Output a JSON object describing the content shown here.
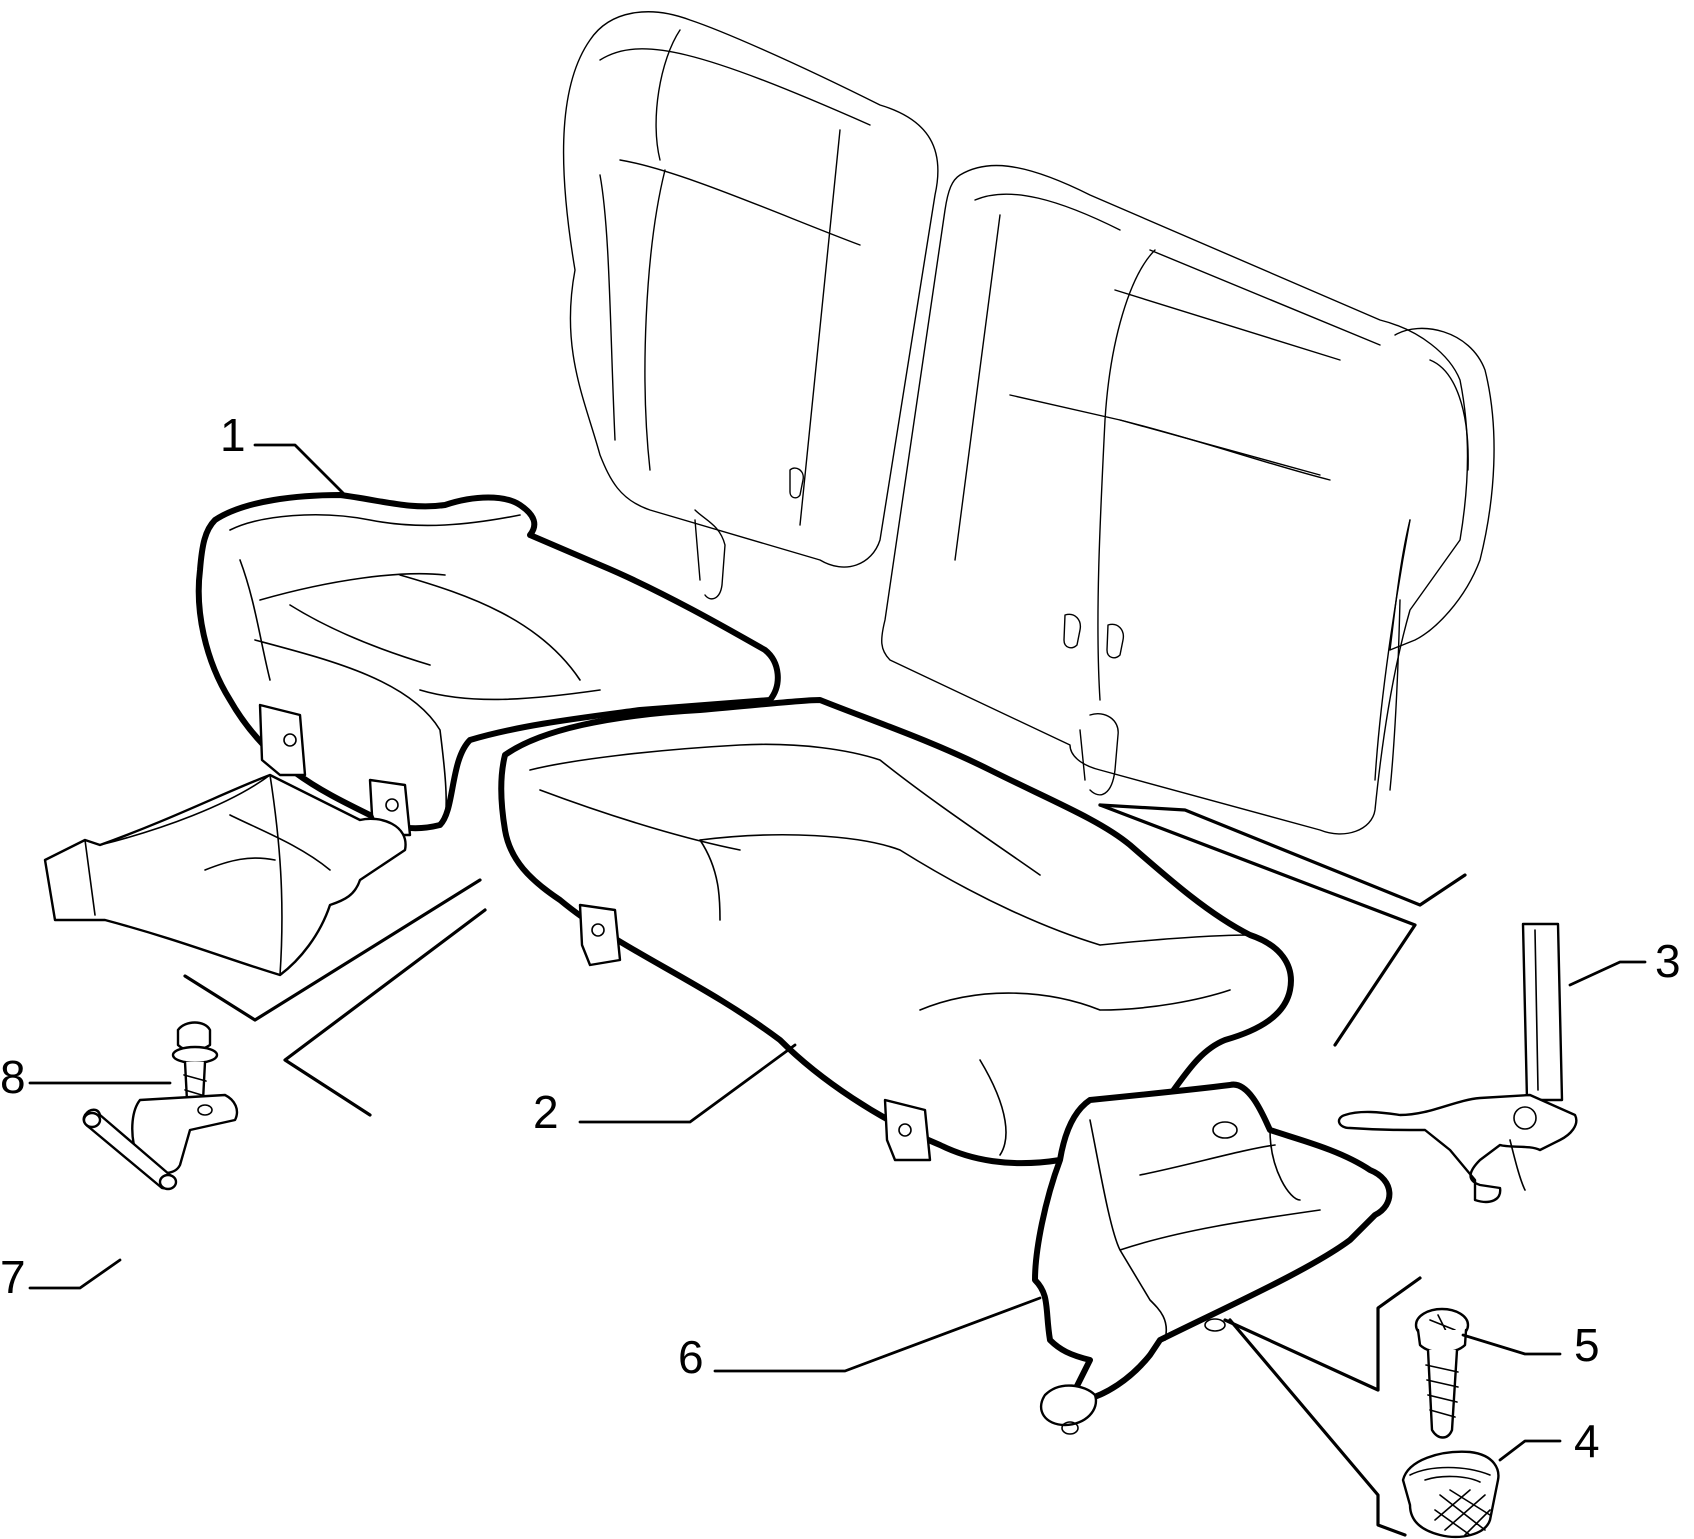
{
  "callouts": {
    "c1": "1",
    "c2": "2",
    "c3": "3",
    "c4": "4",
    "c5": "5",
    "c6": "6",
    "c7": "7",
    "c8": "8"
  },
  "parts": [
    {
      "ref": "1",
      "icon": "seat-cushion-left"
    },
    {
      "ref": "2",
      "icon": "seat-cushion-right"
    },
    {
      "ref": "3",
      "icon": "seat-hinge-bracket"
    },
    {
      "ref": "4",
      "icon": "push-clip"
    },
    {
      "ref": "5",
      "icon": "self-tapping-screw"
    },
    {
      "ref": "6",
      "icon": "side-trim-cover"
    },
    {
      "ref": "7",
      "icon": "hinge-pin-bracket"
    },
    {
      "ref": "8",
      "icon": "flanged-screw"
    }
  ],
  "colors": {
    "line": "#000000",
    "background": "#ffffff"
  }
}
